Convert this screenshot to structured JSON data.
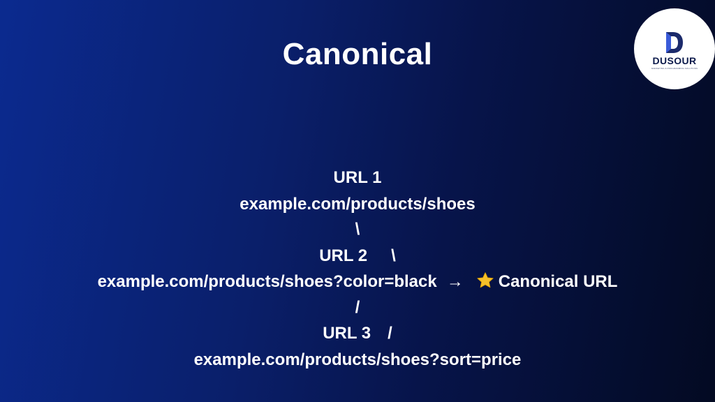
{
  "slide": {
    "title": "Canonical",
    "logo": {
      "wordmark": "DUSOUR",
      "tagline": "MARKETING & PROGRAMMING SOLUTIONS",
      "icon": "dusour-d-logo-icon"
    },
    "diagram": {
      "url1_label": "URL 1",
      "url1_value": "example.com/products/shoes",
      "connector_top": "\\",
      "url2_label": "URL 2",
      "url2_connector": "\\",
      "url2_value": "example.com/products/shoes?color=black",
      "arrow": "→",
      "canonical_label": "Canonical URL",
      "star_icon": "star-icon",
      "connector_bottom": "/",
      "url3_label": "URL 3",
      "url3_connector": "/",
      "url3_value": "example.com/products/shoes?sort=price"
    },
    "colors": {
      "background_start": "#0b2a8f",
      "background_end": "#030a22",
      "text": "#ffffff",
      "star": "#f6c02b",
      "logo_navy": "#0d1b4c"
    }
  }
}
